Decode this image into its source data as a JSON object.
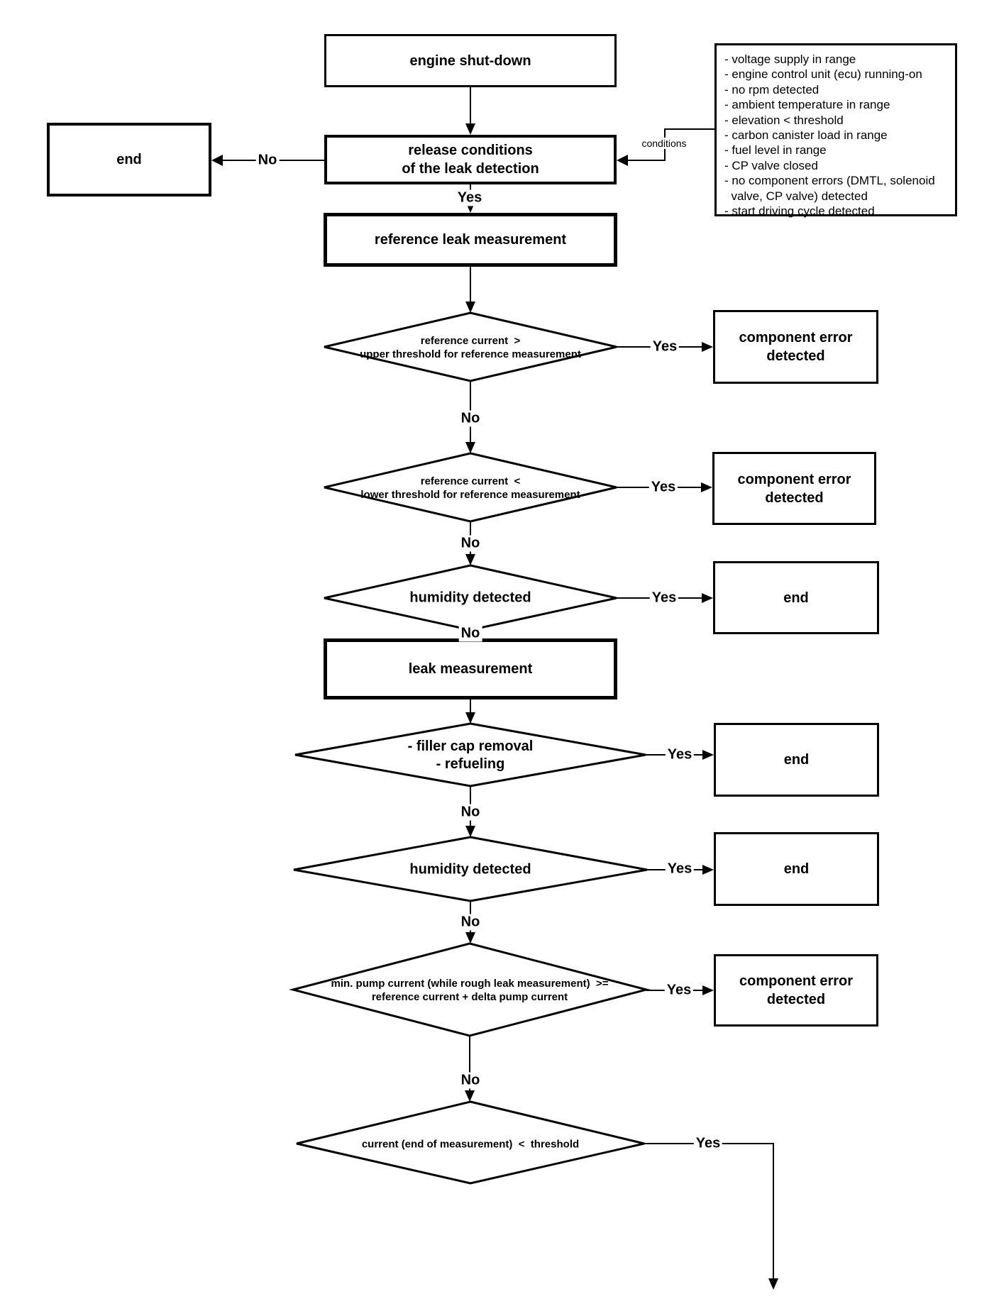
{
  "flowchart": {
    "labels": {
      "yes": "Yes",
      "no": "No",
      "conditions": "conditions"
    },
    "processes": {
      "engine_shutdown": "engine shut-down",
      "release_conditions": "release conditions\nof the leak detection",
      "reference_leak_measurement": "reference leak measurement",
      "leak_measurement": "leak measurement"
    },
    "decisions": {
      "ref_current_upper": "reference current  >\nupper threshold for reference measurement",
      "ref_current_lower": "reference current  <\nlower threshold for reference measurement",
      "humidity_1": "humidity detected",
      "filler_cap": "- filler cap removal\n- refueling",
      "humidity_2": "humidity detected",
      "min_pump_current": "min. pump current (while rough leak measurement)  >=\nreference current + delta pump current",
      "end_current": "current (end of measurement)  <  threshold"
    },
    "terminals": {
      "end": "end",
      "component_error": "component error\ndetected"
    },
    "conditions_note": "- voltage supply in range\n- engine control unit (ecu) running-on\n- no rpm detected\n- ambient temperature in range\n- elevation < threshold\n- carbon canister load in range\n- fuel level in range\n- CP valve closed\n- no component errors (DMTL, solenoid\n  valve, CP valve) detected\n- start driving cycle detected"
  }
}
